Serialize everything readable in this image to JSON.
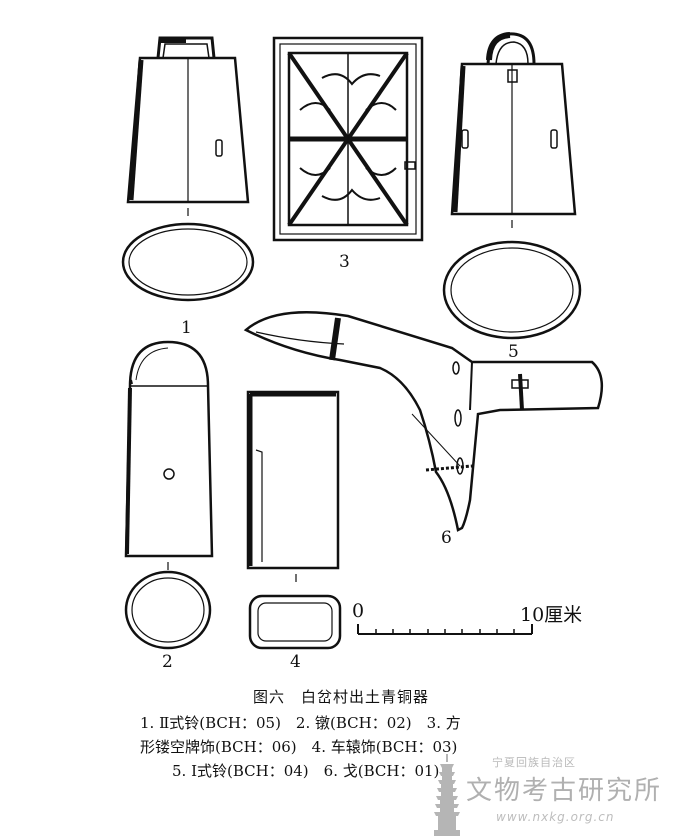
{
  "labels": {
    "item1": "1",
    "item2": "2",
    "item3": "3",
    "item4": "4",
    "item5": "5",
    "item6": "6"
  },
  "scale": {
    "start": "0",
    "end": "10厘米"
  },
  "caption": {
    "title": "图六　白岔村出土青铜器",
    "line1": "1. Ⅱ式铃(BCH：05)　2. 镦(BCH：02)　3. 方",
    "line2": "形镂空牌饰(BCH：06)　4. 车辕饰(BCH：03)",
    "line3": "5. Ⅰ式铃(BCH：04)　6. 戈(BCH：01)"
  },
  "watermark": {
    "region": "宁夏回族自治区",
    "institute": "文物考古研究所",
    "url": "www.nxkg.org.cn"
  },
  "icons": {
    "pagoda": "pagoda-icon"
  }
}
